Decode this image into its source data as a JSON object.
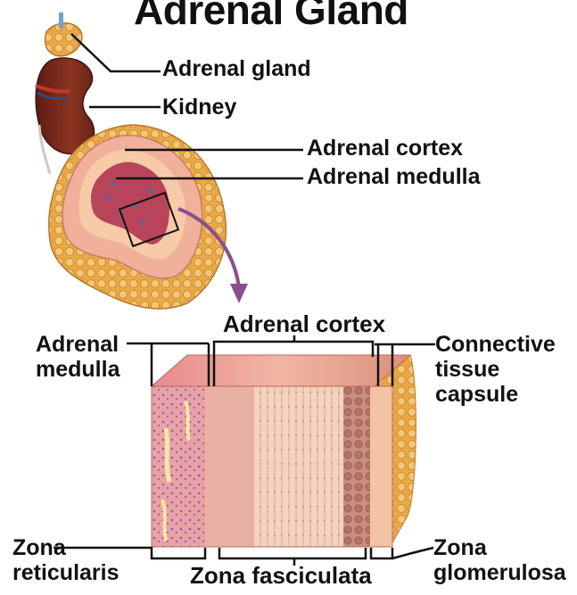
{
  "title": "Adrenal Gland",
  "labels": {
    "adrenal_gland": "Adrenal gland",
    "kidney": "Kidney",
    "adrenal_cortex_top": "Adrenal cortex",
    "adrenal_medulla_top": "Adrenal medulla",
    "adrenal_cortex_section": "Adrenal cortex",
    "adrenal_medulla_section": [
      "Adrenal",
      "medulla"
    ],
    "connective_tissue_capsule": [
      "Connective",
      "tissue",
      "capsule"
    ],
    "zona_reticularis": [
      "Zona",
      "reticularis"
    ],
    "zona_fasciculata": "Zona fasciculata",
    "zona_glomerulosa": [
      "Zona",
      "glomerulosa"
    ]
  },
  "colors": {
    "kidney": "#7a2a1a",
    "adrenal_fat": "#e8a948",
    "cortex": "#f1b49a",
    "medulla": "#b8445a",
    "reticularis": "#e59aa0",
    "fasciculata": "#f2cdb7",
    "glomerulosa": "#c98a78",
    "capsule": "#f6b98a",
    "arrow": "#8a4f8f"
  }
}
